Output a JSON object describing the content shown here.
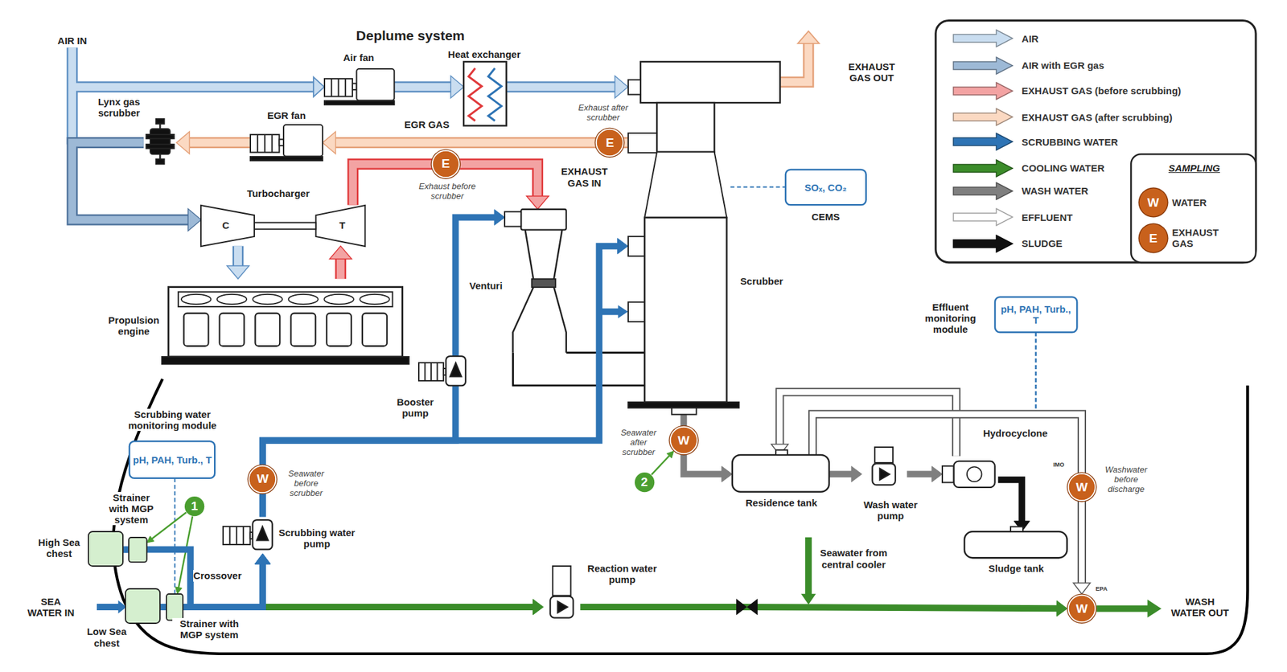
{
  "diagram": {
    "nodes": [
      {
        "text": [
          "Air fan"
        ]
      },
      {
        "text": [
          "Heat exchanger"
        ]
      },
      {
        "text": [
          "Lynx gas scrubber"
        ]
      },
      {
        "text": [
          "EGR fan"
        ]
      },
      {
        "text": [
          "Turbocharger"
        ]
      },
      {
        "text": [
          "Propulsion engine"
        ]
      },
      {
        "text": [
          "Venturi"
        ]
      },
      {
        "text": [
          "Scrubber"
        ]
      },
      {
        "text": [
          "SOₓ, CO₂",
          "CEMS"
        ]
      },
      {
        "text": [
          "Booster pump"
        ]
      },
      {
        "text": [
          "Scrubbing water monitoring module",
          "pH, PAH, Turb., T"
        ]
      },
      {
        "text": [
          "Scrubbing water pump"
        ]
      },
      {
        "text": [
          "High Sea chest"
        ]
      },
      {
        "text": [
          "Strainer with MGP system"
        ]
      },
      {
        "text": [
          "Low Sea chest"
        ]
      },
      {
        "text": [
          "Strainer with MGP system"
        ]
      },
      {
        "text": [
          "Residence tank"
        ]
      },
      {
        "text": [
          "Wash water pump"
        ]
      },
      {
        "text": [
          "Hydrocyclone"
        ]
      },
      {
        "text": [
          "Sludge tank"
        ]
      },
      {
        "text": [
          "Effluent monitoring module",
          "pH, PAH, Turb., T"
        ]
      },
      {
        "text": [
          "Reaction water pump"
        ]
      },
      {
        "text": [
          "E"
        ]
      },
      {
        "text": [
          "E"
        ]
      },
      {
        "text": [
          "W"
        ]
      },
      {
        "text": [
          "W"
        ]
      },
      {
        "text": [
          "W"
        ]
      },
      {
        "text": [
          "W"
        ]
      },
      {
        "text": [
          "1"
        ]
      },
      {
        "text": [
          "2"
        ]
      }
    ],
    "edges": [
      {
        "from": 4,
        "to": 6,
        "arrow": "to"
      },
      {
        "from": 5,
        "to": 4,
        "arrow": "to"
      },
      {
        "from": 4,
        "to": 5,
        "arrow": "to"
      },
      {
        "from": 7,
        "to": 3,
        "label": "EGR GAS",
        "arrow": "to"
      },
      {
        "from": 3,
        "to": 2,
        "arrow": "to"
      },
      {
        "from": 2,
        "to": 4,
        "arrow": "to"
      },
      {
        "from": 0,
        "to": 1,
        "arrow": "to"
      },
      {
        "from": 1,
        "to": 7,
        "arrow": "to"
      },
      {
        "from": 7,
        "to": 8,
        "arrow": "none"
      },
      {
        "from": 11,
        "to": 7,
        "arrow": "to"
      },
      {
        "from": 11,
        "to": 6,
        "arrow": "to"
      },
      {
        "from": 7,
        "to": 16,
        "arrow": "to"
      },
      {
        "from": 16,
        "to": 17,
        "arrow": "to"
      },
      {
        "from": 17,
        "to": 18,
        "arrow": "to"
      },
      {
        "from": 18,
        "to": 19,
        "arrow": "to"
      },
      {
        "from": 18,
        "to": 16,
        "arrow": "to"
      },
      {
        "from": 16,
        "to": 27,
        "arrow": "to"
      },
      {
        "from": 15,
        "to": 11,
        "arrow": "to"
      },
      {
        "from": 13,
        "to": 11,
        "arrow": "to"
      },
      {
        "from": 15,
        "to": 21,
        "arrow": "to"
      },
      {
        "from": 21,
        "to": 27,
        "arrow": "to"
      },
      {
        "from": 28,
        "to": 13,
        "arrow": "to"
      },
      {
        "from": 28,
        "to": 15,
        "arrow": "to"
      },
      {
        "from": 29,
        "to": 25,
        "arrow": "to"
      }
    ],
    "labels": [
      "Deplume system",
      "AIR IN",
      "C",
      "T",
      "Exhaust before scrubber",
      "EXHAUST GAS IN",
      "Exhaust after scrubber",
      "EXHAUST GAS OUT",
      "Seawater before scrubber",
      "Crossover",
      "SEA WATER IN",
      "Seawater after scrubber",
      "IMO",
      "Washwater before discharge",
      "Seawater from central cooler",
      "EPA",
      "WASH WATER OUT",
      "SAMPLING",
      "W",
      "E"
    ],
    "legend": [
      {
        "text": "AIR",
        "color": "#c9ddf0"
      },
      {
        "text": "AIR with EGR gas",
        "color": "#9db9d6"
      },
      {
        "text": "EXHAUST GAS (before scrubbing)",
        "color": "#f3a3a3"
      },
      {
        "text": "EXHAUST GAS (after scrubbing)",
        "color": "#fbd9c2"
      },
      {
        "text": "SCRUBBING WATER",
        "color": "#2e74b5"
      },
      {
        "text": "COOLING WATER",
        "color": "#3b8c2a"
      },
      {
        "text": "WASH WATER",
        "color": "#7f7f7f"
      },
      {
        "text": "EFFLUENT",
        "color": "#ffffff"
      },
      {
        "text": "SLUDGE",
        "color": "#111111"
      },
      {
        "text": "WATER"
      },
      {
        "text": "EXHAUST GAS"
      }
    ]
  }
}
